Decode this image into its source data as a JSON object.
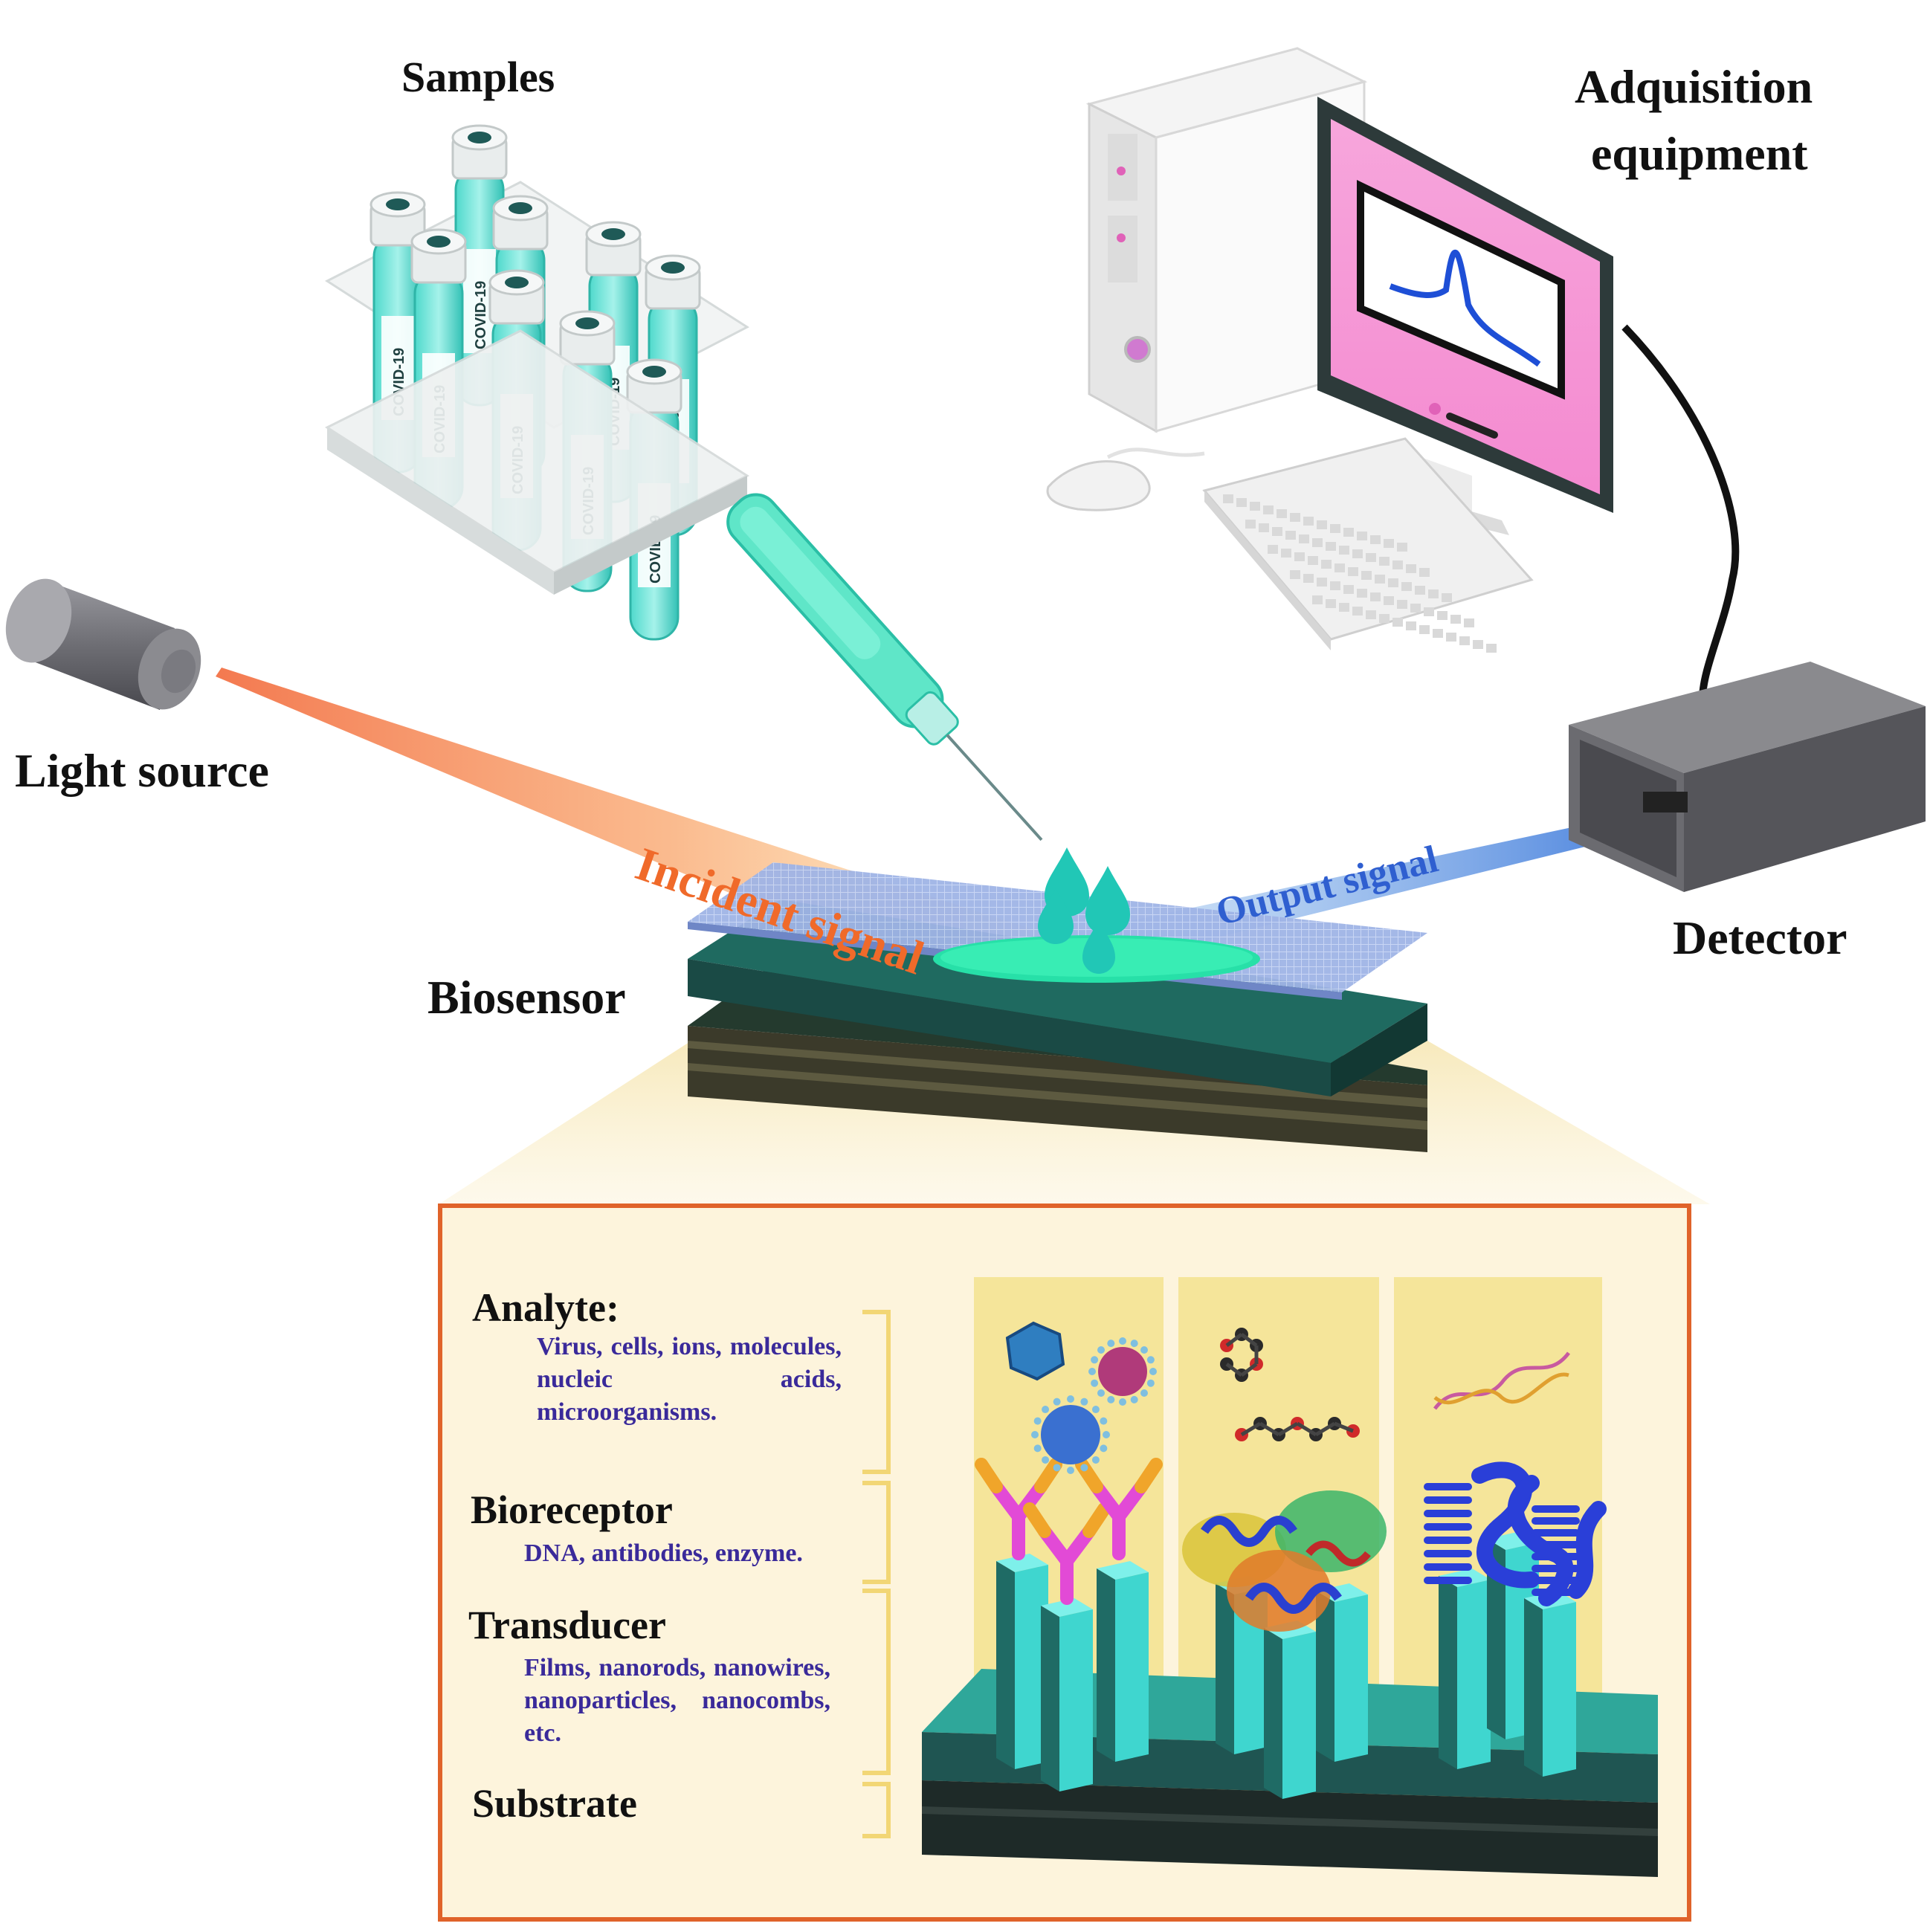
{
  "labels": {
    "samples": "Samples",
    "acquisition_line1": "Adquisition",
    "acquisition_line2": "equipment",
    "light_source": "Light source",
    "incident_signal": "Incident signal",
    "output_signal": "Output signal",
    "detector": "Detector",
    "biosensor": "Biosensor"
  },
  "tube_label": "COVID-19",
  "components": [
    {
      "title": "Analyte:",
      "desc": "Virus, cells, ions, molecules, nucleic acids, microorganisms."
    },
    {
      "title": "Bioreceptor",
      "desc": "DNA, antibodies, enzyme."
    },
    {
      "title": "Transducer",
      "desc": "Films, nanorods, nanowires, nanoparticles, nanocombs, etc."
    },
    {
      "title": "Substrate",
      "desc": ""
    }
  ],
  "colors": {
    "incident": "#f06a2a",
    "output": "#2f5fd0",
    "teal": "#3fd6cf",
    "panel_border": "#e0632a",
    "panel_bg": "#fdf4dc",
    "text_blue": "#3a2a9a"
  }
}
